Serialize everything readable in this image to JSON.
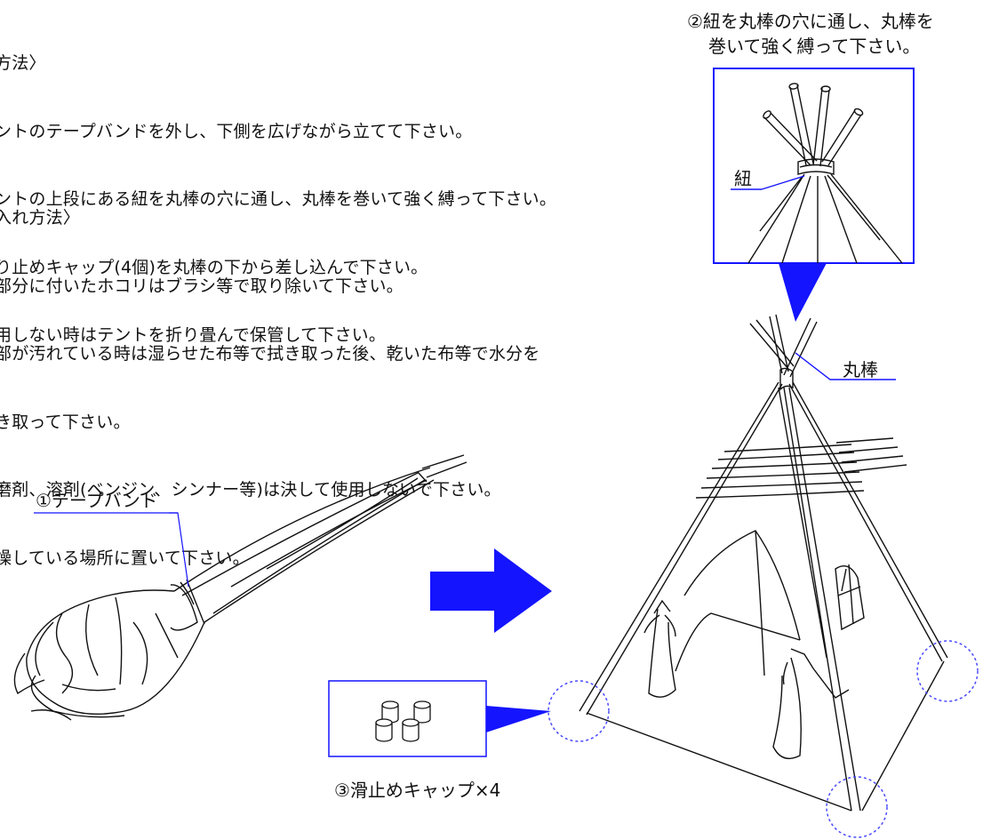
{
  "assembly": {
    "heading": "方法〉",
    "lines": [
      "ントのテープバンドを外し、下側を広げながら立てて下さい。",
      "ントの上段にある紐を丸棒の穴に通し、丸棒を巻いて強く縛って下さい。",
      "り止めキャップ(4個)を丸棒の下から差し込んで下さい。",
      "用しない時はテントを折り畳んで保管して下さい。"
    ]
  },
  "care": {
    "heading": "入れ方法〉",
    "lines": [
      "部分に付いたホコリはブラシ等で取り除いて下さい。",
      "部が汚れている時は湿らせた布等で拭き取った後、乾いた布等で水分を",
      "き取って下さい。",
      "磨剤、溶剤(ベンジン、シンナー等)は決して使用しないで下さい。",
      "燥している場所に置いて下さい。"
    ]
  },
  "callouts": {
    "step2_line1": "②紐を丸棒の穴に通し、丸棒を",
    "step2_line2": "巻いて強く縛って下さい。",
    "string_label": "紐",
    "pole_label": "丸棒",
    "tape_band_label": "①テープバンド",
    "caps_label": "③滑止めキャップ×4"
  },
  "colors": {
    "accent_blue": "#1414ff",
    "line": "#111111",
    "circle": "#4a4aff"
  }
}
